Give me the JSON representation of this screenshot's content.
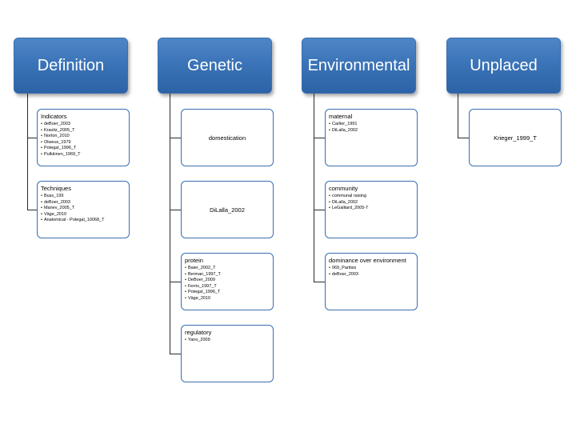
{
  "headers": {
    "definition": "Definition",
    "genetic": "Genetic",
    "environmental": "Environmental",
    "unplaced": "Unplaced"
  },
  "definition": {
    "indicators": {
      "title": "Indicators",
      "items": [
        "deBoer_2003",
        "Kravitz_2005_T",
        "Norton_2010",
        "Olweus_1979",
        "Potegal_1996_T",
        "Pulkkinen_1969_T"
      ]
    },
    "techniques": {
      "title": "Techniques",
      "items": [
        "Buss_199",
        "deBoer_2003",
        "Manev_2005_T",
        "Väge_2010",
        "Anatomical - Potegal_10068_T"
      ]
    }
  },
  "genetic": {
    "domestication": {
      "title": "domestication"
    },
    "dilalla": {
      "title": "DiLalla_2002"
    },
    "protein": {
      "title": "protein",
      "items": [
        "Baier_2002_T",
        "Berman_1997_T",
        "DeBoer_2009",
        "Ferris_1997_T",
        "Potegal_1996_T",
        "Väge_2010"
      ]
    },
    "regulatory": {
      "title": "regulatory",
      "items": [
        "Yano_2009"
      ]
    }
  },
  "environmental": {
    "maternal": {
      "title": "maternal",
      "items": [
        "Carlier_1991",
        "DiLalla_2002"
      ]
    },
    "community": {
      "title": "community",
      "items": [
        "communal raising",
        "DiLalla_2002",
        "LeGalliard_2005-T"
      ]
    },
    "dominance": {
      "title": "dominance over environment",
      "items": [
        "069_Paritsis",
        "deBoer_2003"
      ]
    }
  },
  "unplaced": {
    "krieger": {
      "title": "Krieger_1999_T"
    }
  }
}
